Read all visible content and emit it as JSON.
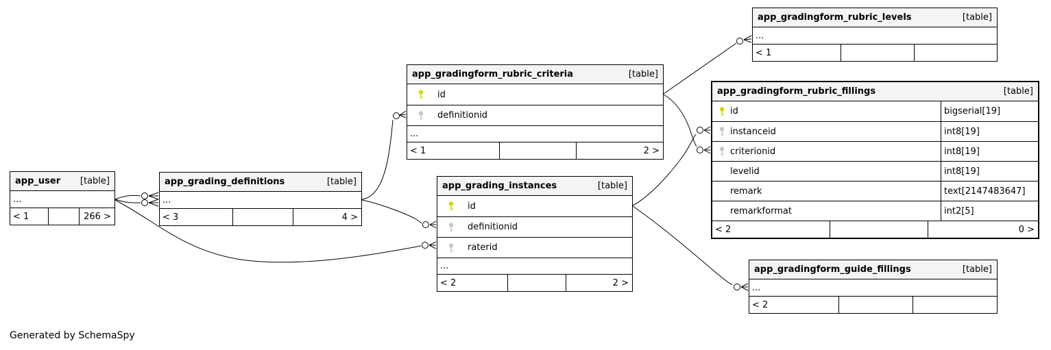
{
  "page": {
    "generator_note": "Generated by SchemaSpy",
    "background": "#ffffff"
  },
  "colors": {
    "header_bg": "#f4f4f4",
    "border": "#000000",
    "primary_key": "#d6d600",
    "foreign_key": "#c8c8c8"
  },
  "tables": [
    {
      "name": "app_user",
      "tag": "[table]",
      "columns": [
        {
          "icon": null,
          "name": "..."
        }
      ],
      "footer": [
        "< 1",
        "",
        "266 >"
      ]
    },
    {
      "name": "app_grading_definitions",
      "tag": "[table]",
      "columns": [
        {
          "icon": null,
          "name": "..."
        }
      ],
      "footer": [
        "< 3",
        "",
        "4 >"
      ]
    },
    {
      "name": "app_gradingform_rubric_criteria",
      "tag": "[table]",
      "columns": [
        {
          "icon": "primary-key-icon",
          "name": "id"
        },
        {
          "icon": "foreign-key-icon",
          "name": "definitionid"
        },
        {
          "icon": null,
          "name": "..."
        }
      ],
      "footer": [
        "< 1",
        "",
        "2 >"
      ]
    },
    {
      "name": "app_grading_instances",
      "tag": "[table]",
      "columns": [
        {
          "icon": "primary-key-icon",
          "name": "id"
        },
        {
          "icon": "foreign-key-icon",
          "name": "definitionid"
        },
        {
          "icon": "foreign-key-icon",
          "name": "raterid"
        },
        {
          "icon": null,
          "name": "..."
        }
      ],
      "footer": [
        "< 2",
        "",
        "2 >"
      ]
    },
    {
      "name": "app_gradingform_rubric_levels",
      "tag": "[table]",
      "columns": [
        {
          "icon": null,
          "name": "..."
        }
      ],
      "footer": [
        "< 1",
        "",
        ""
      ]
    },
    {
      "name": "app_gradingform_rubric_fillings",
      "tag": "[table]",
      "columns": [
        {
          "icon": "primary-key-icon",
          "name": "id",
          "type": "bigserial[19]"
        },
        {
          "icon": "foreign-key-icon",
          "name": "instanceid",
          "type": "int8[19]"
        },
        {
          "icon": "foreign-key-icon",
          "name": "criterionid",
          "type": "int8[19]"
        },
        {
          "icon": null,
          "name": "levelid",
          "type": "int8[19]"
        },
        {
          "icon": null,
          "name": "remark",
          "type": "text[2147483647]"
        },
        {
          "icon": null,
          "name": "remarkformat",
          "type": "int2[5]"
        }
      ],
      "footer": [
        "< 2",
        "",
        "0 >"
      ]
    },
    {
      "name": "app_gradingform_guide_fillings",
      "tag": "[table]",
      "columns": [
        {
          "icon": null,
          "name": "..."
        }
      ],
      "footer": [
        "< 2",
        "",
        ""
      ]
    }
  ],
  "relationships": [
    {
      "from": "app_user",
      "to": "app_grading_definitions"
    },
    {
      "from": "app_user",
      "to": "app_grading_definitions"
    },
    {
      "from": "app_user",
      "to": "app_grading_instances.raterid"
    },
    {
      "from": "app_grading_definitions",
      "to": "app_gradingform_rubric_criteria.definitionid"
    },
    {
      "from": "app_grading_definitions",
      "to": "app_grading_instances.definitionid"
    },
    {
      "from": "app_gradingform_rubric_criteria.id",
      "to": "app_gradingform_rubric_levels"
    },
    {
      "from": "app_gradingform_rubric_criteria.id",
      "to": "app_gradingform_rubric_fillings.criterionid"
    },
    {
      "from": "app_grading_instances.id",
      "to": "app_gradingform_rubric_fillings.instanceid"
    },
    {
      "from": "app_grading_instances.id",
      "to": "app_gradingform_guide_fillings"
    }
  ]
}
